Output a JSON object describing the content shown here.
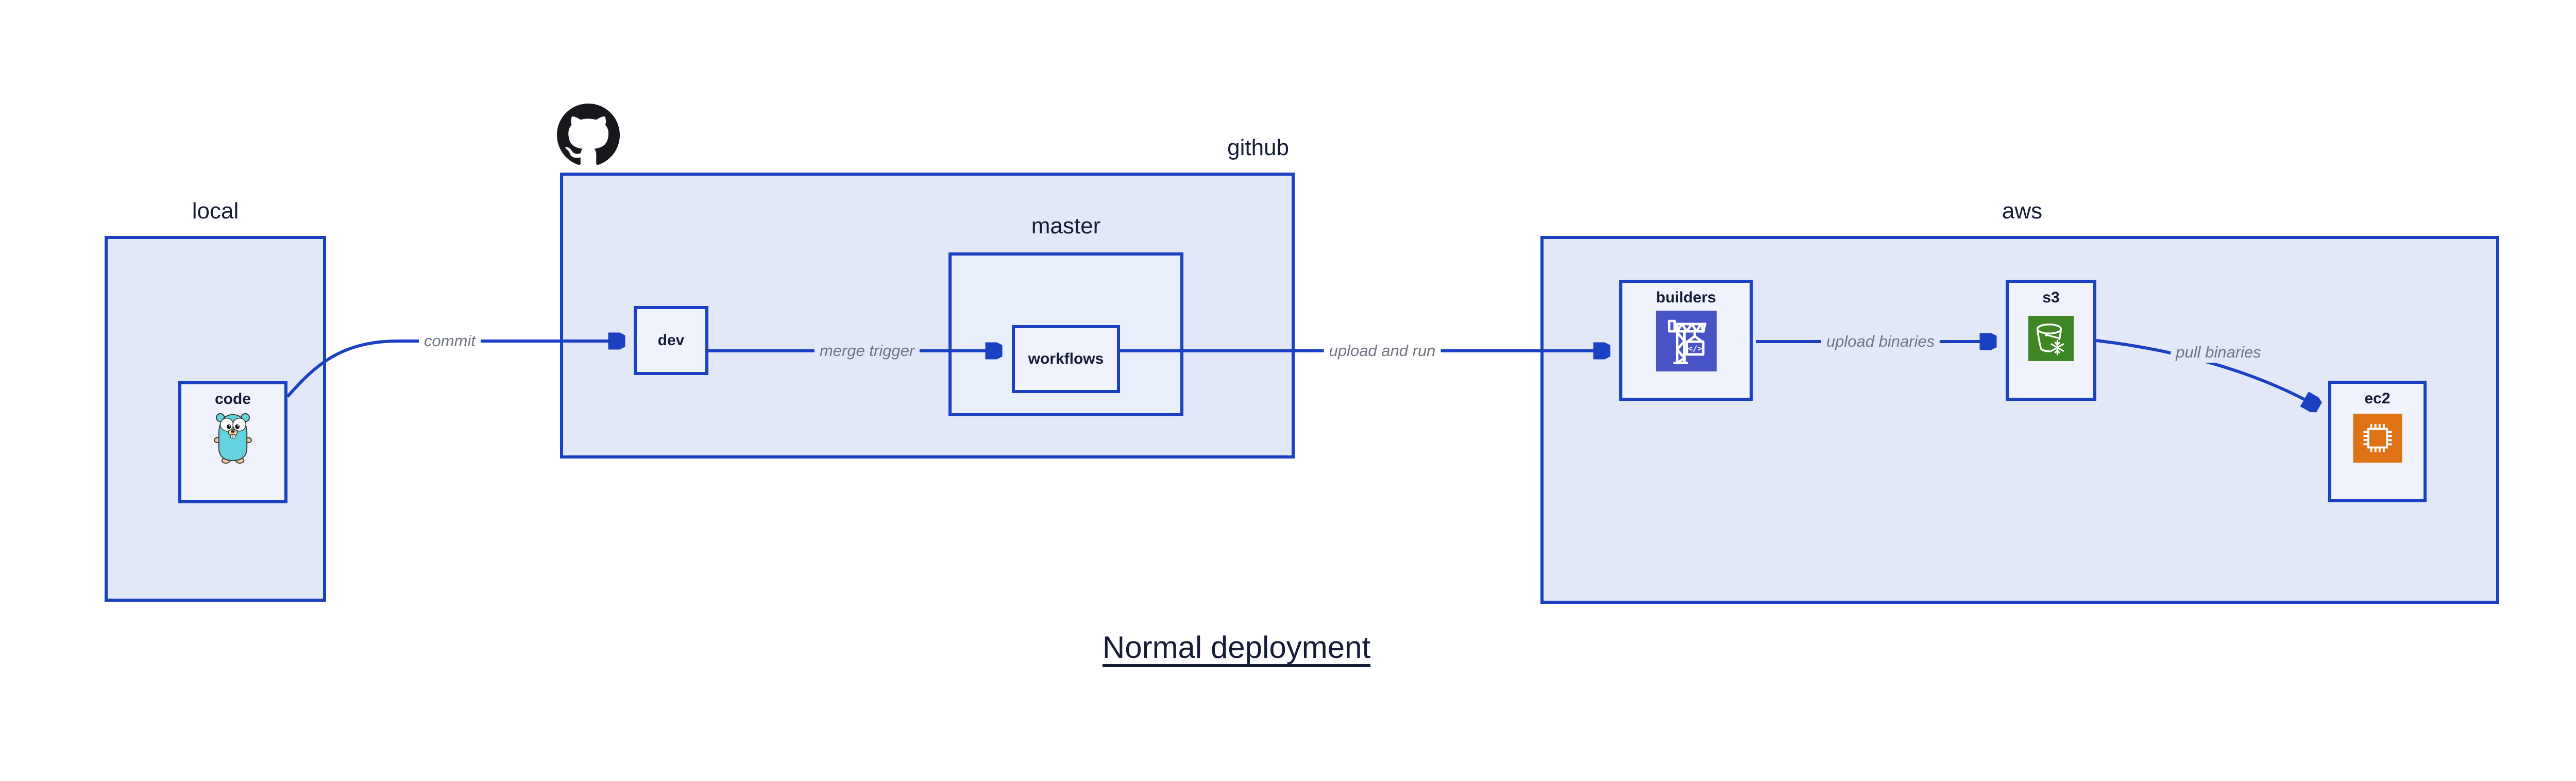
{
  "title": "Normal deployment",
  "containers": {
    "local": {
      "label": "local"
    },
    "github": {
      "label": "github",
      "logo": "github-mark-icon"
    },
    "master": {
      "label": "master"
    },
    "aws": {
      "label": "aws"
    }
  },
  "nodes": {
    "code": {
      "label": "code",
      "icon": "go-gopher-icon"
    },
    "dev": {
      "label": "dev"
    },
    "workflows": {
      "label": "workflows"
    },
    "builders": {
      "label": "builders",
      "icon": "codebuild-crane-icon"
    },
    "s3": {
      "label": "s3",
      "icon": "s3-bucket-snowflake-icon"
    },
    "ec2": {
      "label": "ec2",
      "icon": "ec2-chip-icon"
    }
  },
  "edges": [
    {
      "from": "code",
      "to": "dev",
      "label": "commit"
    },
    {
      "from": "dev",
      "to": "workflows",
      "label": "merge trigger"
    },
    {
      "from": "workflows",
      "to": "builders",
      "label": "upload and run"
    },
    {
      "from": "builders",
      "to": "s3",
      "label": "upload binaries"
    },
    {
      "from": "s3",
      "to": "ec2",
      "label": "pull binaries"
    }
  ],
  "colors": {
    "edge_blue": "#1a41c2",
    "container_fill": "#e2e8f8",
    "nested_container_fill": "#e9eefb",
    "node_fill": "#f0f3fc",
    "text_navy": "#151c36",
    "edge_label_gray": "#6e7480",
    "github_black": "#17181c",
    "codebuild_indigo": "#4853c6",
    "s3_green": "#3f8624",
    "ec2_orange": "#df7212",
    "gopher_teal": "#63d3dd"
  }
}
